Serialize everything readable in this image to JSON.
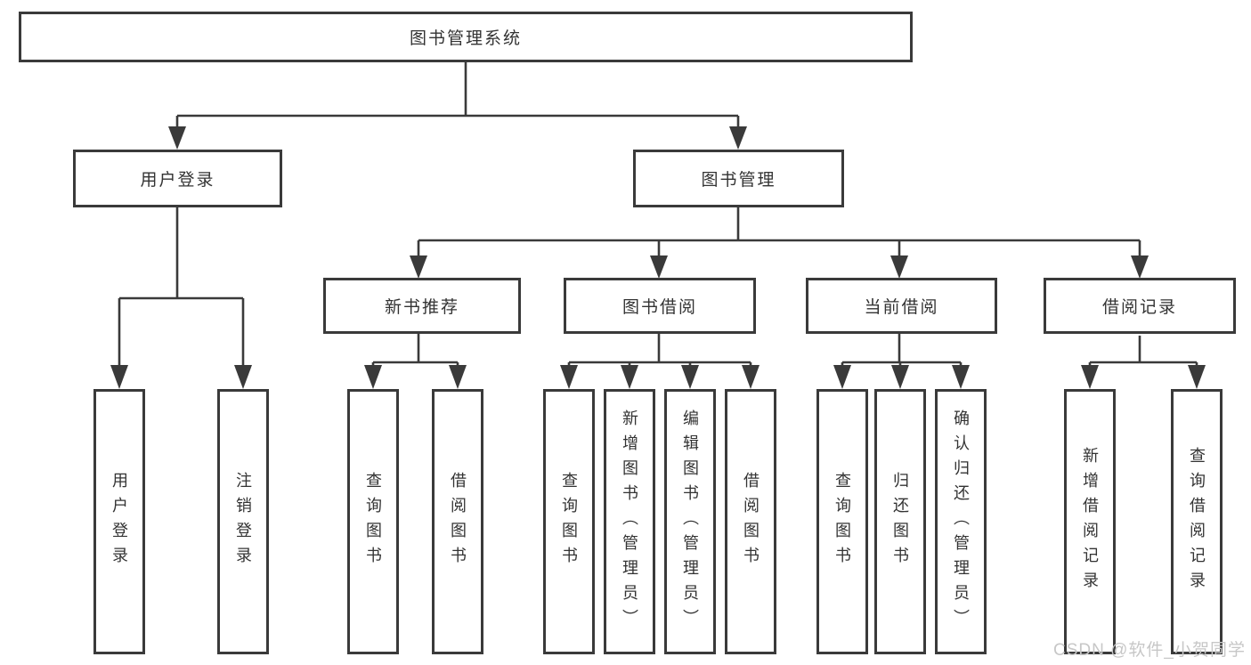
{
  "tree": {
    "root": "图书管理系统",
    "level2": [
      "用户登录",
      "图书管理"
    ],
    "level3": [
      "新书推荐",
      "图书借阅",
      "当前借阅",
      "借阅记录"
    ],
    "leaves": {
      "user_login": [
        "用户登录",
        "注销登录"
      ],
      "new_book": [
        "查询图书",
        "借阅图书"
      ],
      "book_borrow": [
        "查询图书",
        "新增图书（管理员）",
        "编辑图书（管理员）",
        "借阅图书"
      ],
      "current_borrow": [
        "查询图书",
        "归还图书",
        "确认归还（管理员）"
      ],
      "borrow_record": [
        "新增借阅记录",
        "查询借阅记录"
      ]
    }
  },
  "watermark": "CSDN @软件_小贺同学",
  "colors": {
    "line": "#3a3a3a",
    "text": "#333333",
    "watermark": "#c7c7c7",
    "background": "#ffffff"
  }
}
